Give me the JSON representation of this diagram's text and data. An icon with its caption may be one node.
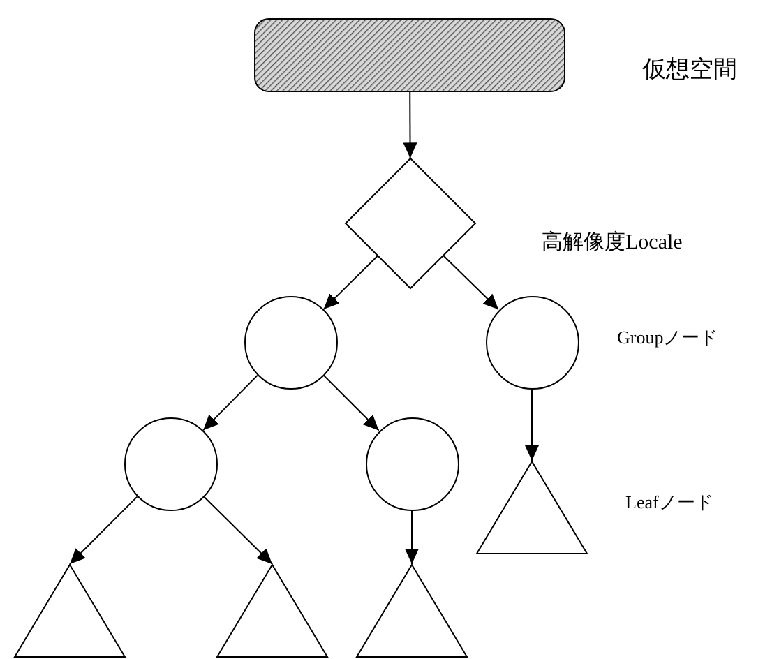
{
  "diagram": {
    "nodes": [
      {
        "text": [],
        "shape": "box"
      },
      {
        "text": [],
        "shape": "diamond"
      },
      {
        "text": [],
        "shape": "circle"
      },
      {
        "text": [],
        "shape": "circle"
      },
      {
        "text": [],
        "shape": "circle"
      },
      {
        "text": [],
        "shape": "circle"
      },
      {
        "text": [],
        "shape": "triangle"
      },
      {
        "text": [],
        "shape": "triangle"
      },
      {
        "text": [],
        "shape": "triangle"
      },
      {
        "text": [],
        "shape": "triangle"
      }
    ],
    "edges": [
      {
        "from": 0,
        "to": 1,
        "arrow": "to"
      },
      {
        "from": 1,
        "to": 2,
        "arrow": "to"
      },
      {
        "from": 1,
        "to": 3,
        "arrow": "to"
      },
      {
        "from": 2,
        "to": 4,
        "arrow": "to"
      },
      {
        "from": 2,
        "to": 5,
        "arrow": "to"
      },
      {
        "from": 3,
        "to": 6,
        "arrow": "to"
      },
      {
        "from": 4,
        "to": 7,
        "arrow": "to"
      },
      {
        "from": 4,
        "to": 8,
        "arrow": "to"
      },
      {
        "from": 5,
        "to": 9,
        "arrow": "to"
      }
    ],
    "labels": [
      "仮想空間",
      "高解像度Locale",
      "Groupノード",
      "Leafノード"
    ]
  }
}
